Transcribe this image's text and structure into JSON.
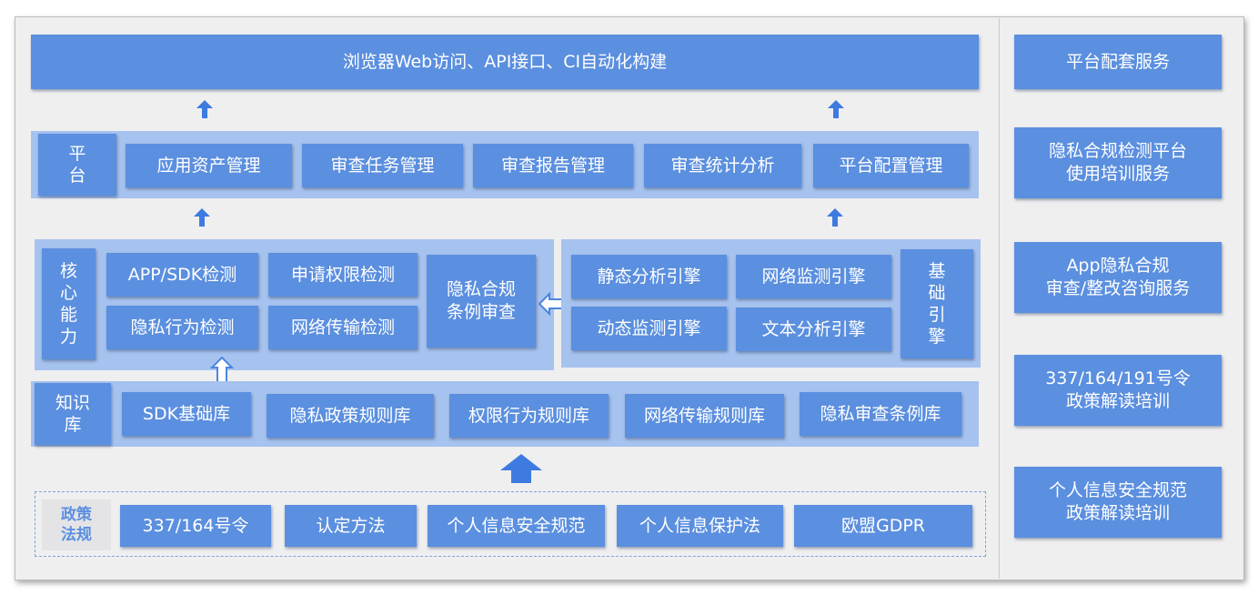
{
  "top_bar": "浏览器Web访问、API接口、CI自动化构建",
  "platform": {
    "label": "平\n台",
    "items": [
      "应用资产管理",
      "审查任务管理",
      "审查报告管理",
      "审查统计分析",
      "平台配置管理"
    ]
  },
  "core": {
    "label": "核\n心\n能\n力",
    "items": [
      "APP/SDK检测",
      "申请权限检测",
      "隐私行为检测",
      "网络传输检测"
    ],
    "rule_audit": "隐私合规\n条例审查"
  },
  "engine": {
    "label": "基\n础\n引\n擎",
    "items": [
      "静态分析引擎",
      "网络监测引擎",
      "动态监测引擎",
      "文本分析引擎"
    ]
  },
  "knowledge": {
    "label": "知识\n库",
    "items": [
      "SDK基础库",
      "隐私政策规则库",
      "权限行为规则库",
      "网络传输规则库",
      "隐私审查条例库"
    ]
  },
  "policy": {
    "label": "政策\n法规",
    "items": [
      "337/164号令",
      "认定方法",
      "个人信息安全规范",
      "个人信息保护法",
      "欧盟GDPR"
    ]
  },
  "services": [
    "平台配套服务",
    "隐私合规检测平台\n使用培训服务",
    "App隐私合规\n审查/整改咨询服务",
    "337/164/191号令\n政策解读培训",
    "个人信息安全规范\n政策解读培训"
  ],
  "colors": {
    "box": "#5b8fdf",
    "band": "#a6c2ee",
    "frame": "#efeff0",
    "arrow": "#3d7be0"
  },
  "icons": [
    "arrow-up-icon",
    "double-arrow-horizontal-icon",
    "double-arrow-vertical-icon",
    "big-arrow-up-icon"
  ]
}
